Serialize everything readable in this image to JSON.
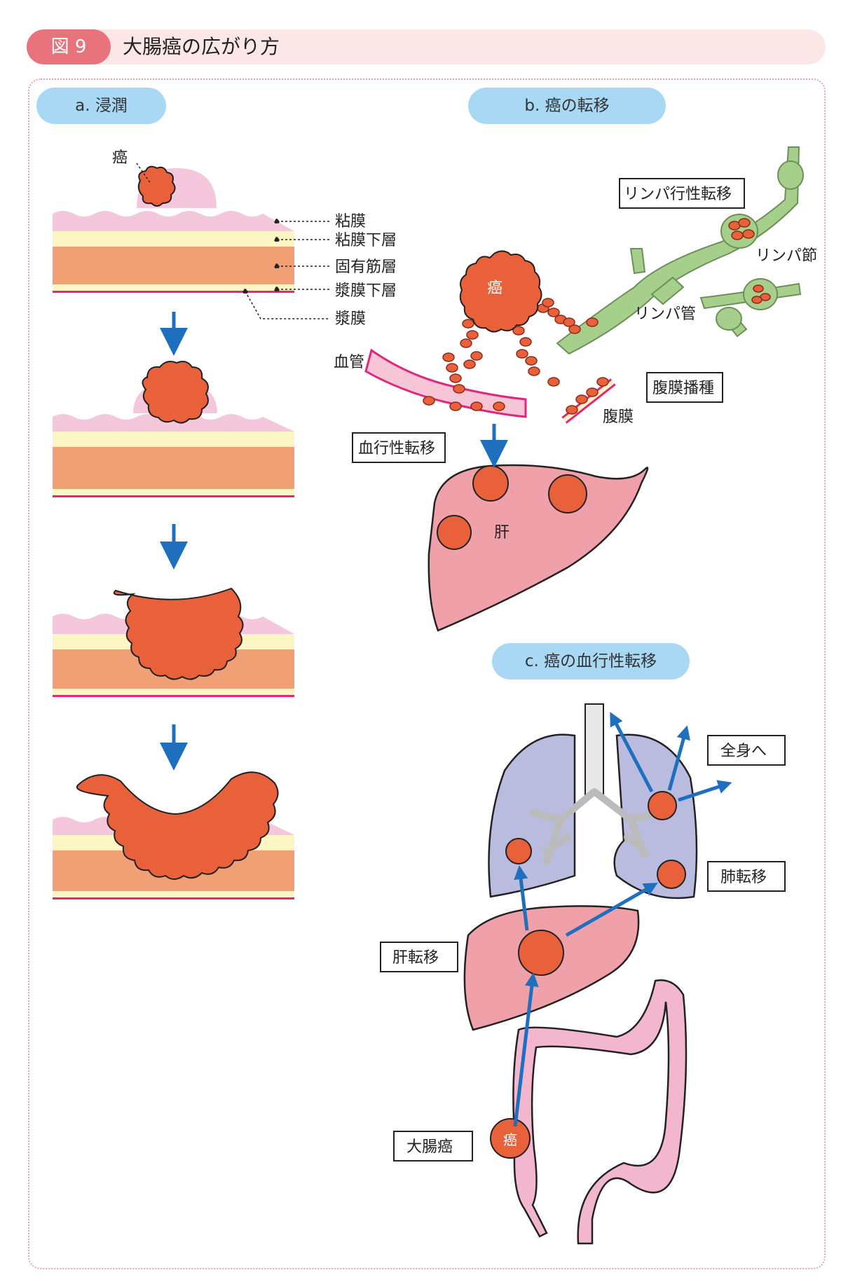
{
  "header": {
    "badge": "図 9",
    "title": "大腸癌の広がり方"
  },
  "sections": {
    "a": "a.  浸潤",
    "b": "b.  癌の転移",
    "c": "c.  癌の血行性転移"
  },
  "panel_a": {
    "cancer": "癌",
    "layers": [
      "粘膜",
      "粘膜下層",
      "固有筋層",
      "漿膜下層",
      "漿膜"
    ]
  },
  "panel_b": {
    "cancer": "癌",
    "blood_vessel": "血管",
    "hematogenous": "血行性転移",
    "liver": "肝",
    "lymphatic": "リンパ行性転移",
    "lymph_node": "リンパ節",
    "lymph_duct": "リンパ管",
    "peritoneal": "腹膜播種",
    "peritoneum": "腹膜"
  },
  "panel_c": {
    "systemic": "全身へ",
    "lung_met": "肺転移",
    "liver_met": "肝転移",
    "colon_cancer": "大腸癌",
    "cancer": "癌"
  },
  "colors": {
    "tumor": "#e8613a",
    "mucosa": "#f4c7dd",
    "submucosa": "#fdf6c4",
    "muscle": "#f1a076",
    "serosa": "#e0267f",
    "arrow": "#1f6fbf",
    "liver": "#f0a0a8",
    "lung": "#b9bbdf",
    "lymph": "#a5cf8a",
    "colon": "#f2b6cf"
  }
}
